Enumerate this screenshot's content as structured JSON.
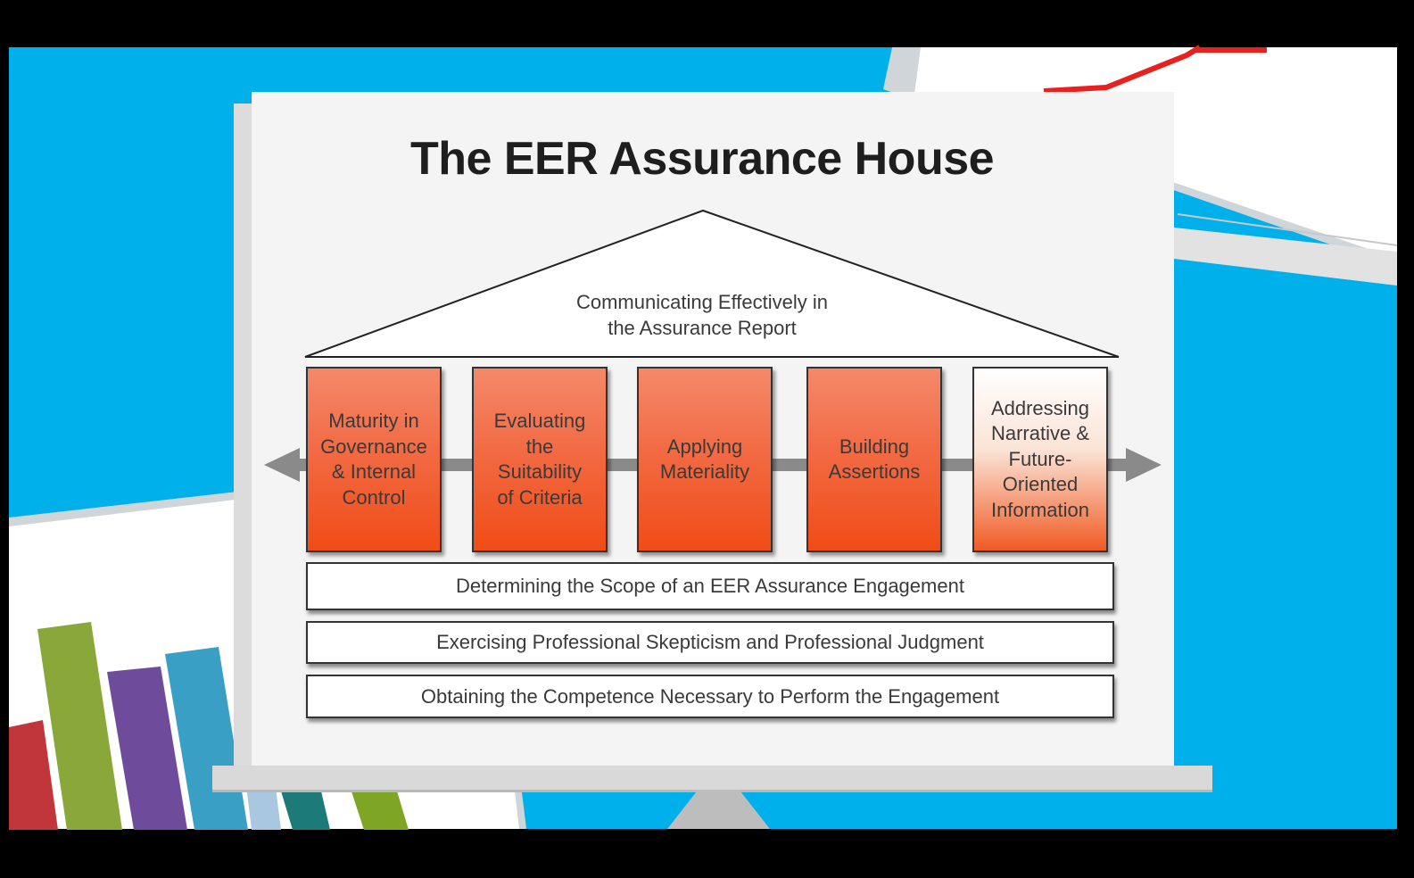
{
  "title": "The EER Assurance House",
  "roof": {
    "line1": "Communicating Effectively in",
    "line2": "the Assurance Report"
  },
  "pillars": [
    {
      "lines": [
        "Maturity in",
        "Governance",
        "& Internal",
        "Control"
      ]
    },
    {
      "lines": [
        "Evaluating",
        "the",
        "Suitability",
        "of Criteria"
      ]
    },
    {
      "lines": [
        "Applying",
        "Materiality"
      ]
    },
    {
      "lines": [
        "Building",
        "Assertions"
      ]
    },
    {
      "lines": [
        "Addressing",
        "Narrative &",
        "Future-",
        "Oriented",
        "Information"
      ]
    }
  ],
  "foundations": [
    "Determining the Scope of an EER Assurance Engagement",
    "Exercising Professional Skepticism and Professional Judgment",
    "Obtaining the Competence Necessary to Perform the Engagement"
  ],
  "colors": {
    "background_blue": "#00b0ea",
    "pillar_orange": "#f05a22",
    "arrow_gray": "#8a8a8a",
    "bar_red": "#c0363b",
    "bar_green": "#8aa83a",
    "bar_purple": "#6f4c9b",
    "bar_teal": "#3a9fc5",
    "bar_dark_teal": "#1c7a78",
    "trend_line_red": "#e8201e"
  }
}
